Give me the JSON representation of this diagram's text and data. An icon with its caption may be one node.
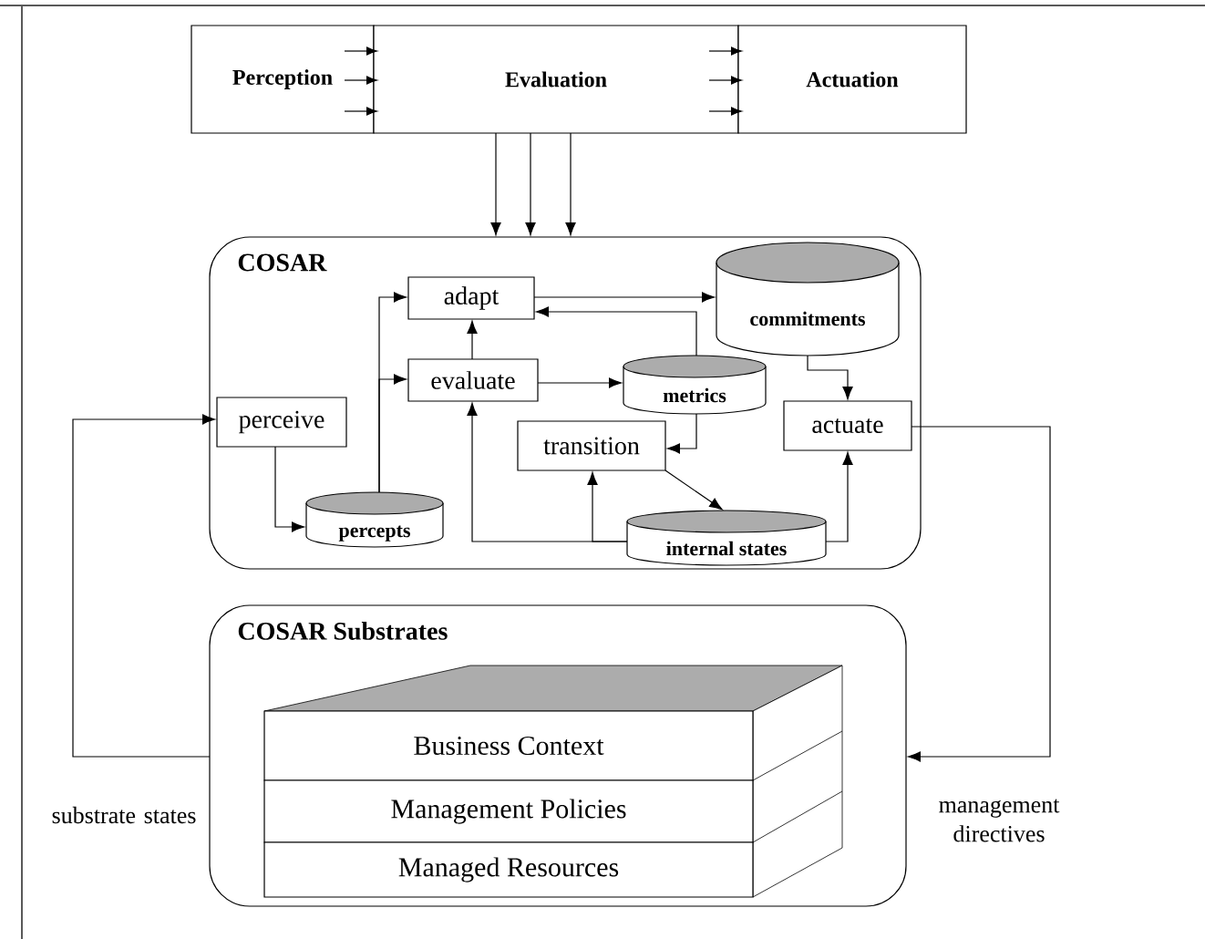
{
  "diagram": {
    "nodes": [
      {
        "text": [
          "Perception"
        ]
      },
      {
        "text": [
          "Evaluation"
        ]
      },
      {
        "text": [
          "Actuation"
        ]
      },
      {
        "text": [
          "COSAR"
        ]
      },
      {
        "text": [
          "adapt"
        ],
        "in": 3
      },
      {
        "text": [
          "evaluate"
        ],
        "in": 3
      },
      {
        "text": [
          "perceive"
        ],
        "in": 3
      },
      {
        "text": [
          "percepts"
        ],
        "in": 3
      },
      {
        "text": [
          "commitments"
        ],
        "in": 3
      },
      {
        "text": [
          "metrics"
        ],
        "in": 3
      },
      {
        "text": [
          "transition"
        ],
        "in": 3
      },
      {
        "text": [
          "actuate"
        ],
        "in": 3
      },
      {
        "text": [
          "internal states"
        ],
        "in": 3
      },
      {
        "text": [
          "COSAR Substrates"
        ]
      },
      {
        "text": [
          "Business Context"
        ],
        "in": 13
      },
      {
        "text": [
          "Management Policies"
        ],
        "in": 13
      },
      {
        "text": [
          "Managed Resources"
        ],
        "in": 13
      }
    ],
    "edges": [
      {
        "from": 0,
        "to": 1,
        "arrow": "to"
      },
      {
        "from": 0,
        "to": 1,
        "arrow": "to"
      },
      {
        "from": 0,
        "to": 1,
        "arrow": "to"
      },
      {
        "from": 1,
        "to": 2,
        "arrow": "to"
      },
      {
        "from": 1,
        "to": 2,
        "arrow": "to"
      },
      {
        "from": 1,
        "to": 2,
        "arrow": "to"
      },
      {
        "from": 1,
        "to": 3,
        "arrow": "to"
      },
      {
        "from": 1,
        "to": 3,
        "arrow": "to"
      },
      {
        "from": 1,
        "to": 3,
        "arrow": "to"
      },
      {
        "from": 6,
        "to": 7,
        "arrow": "to"
      },
      {
        "from": 7,
        "to": 4,
        "arrow": "to"
      },
      {
        "from": 7,
        "to": 5,
        "arrow": "to"
      },
      {
        "from": 5,
        "to": 4,
        "arrow": "to"
      },
      {
        "from": 4,
        "to": 8,
        "arrow": "to"
      },
      {
        "from": 9,
        "to": 4,
        "arrow": "to"
      },
      {
        "from": 5,
        "to": 9,
        "arrow": "to"
      },
      {
        "from": 9,
        "to": 10,
        "arrow": "to"
      },
      {
        "from": 10,
        "to": 12,
        "arrow": "to"
      },
      {
        "from": 12,
        "to": 10,
        "arrow": "to"
      },
      {
        "from": 12,
        "to": 5,
        "arrow": "to"
      },
      {
        "from": 12,
        "to": 11,
        "arrow": "to"
      },
      {
        "from": 8,
        "to": 11,
        "arrow": "to"
      },
      {
        "from": 11,
        "to": 13,
        "arrow": "to",
        "label": "management directives"
      },
      {
        "from": 13,
        "to": 6,
        "arrow": "to",
        "label": "substrate states"
      }
    ]
  }
}
